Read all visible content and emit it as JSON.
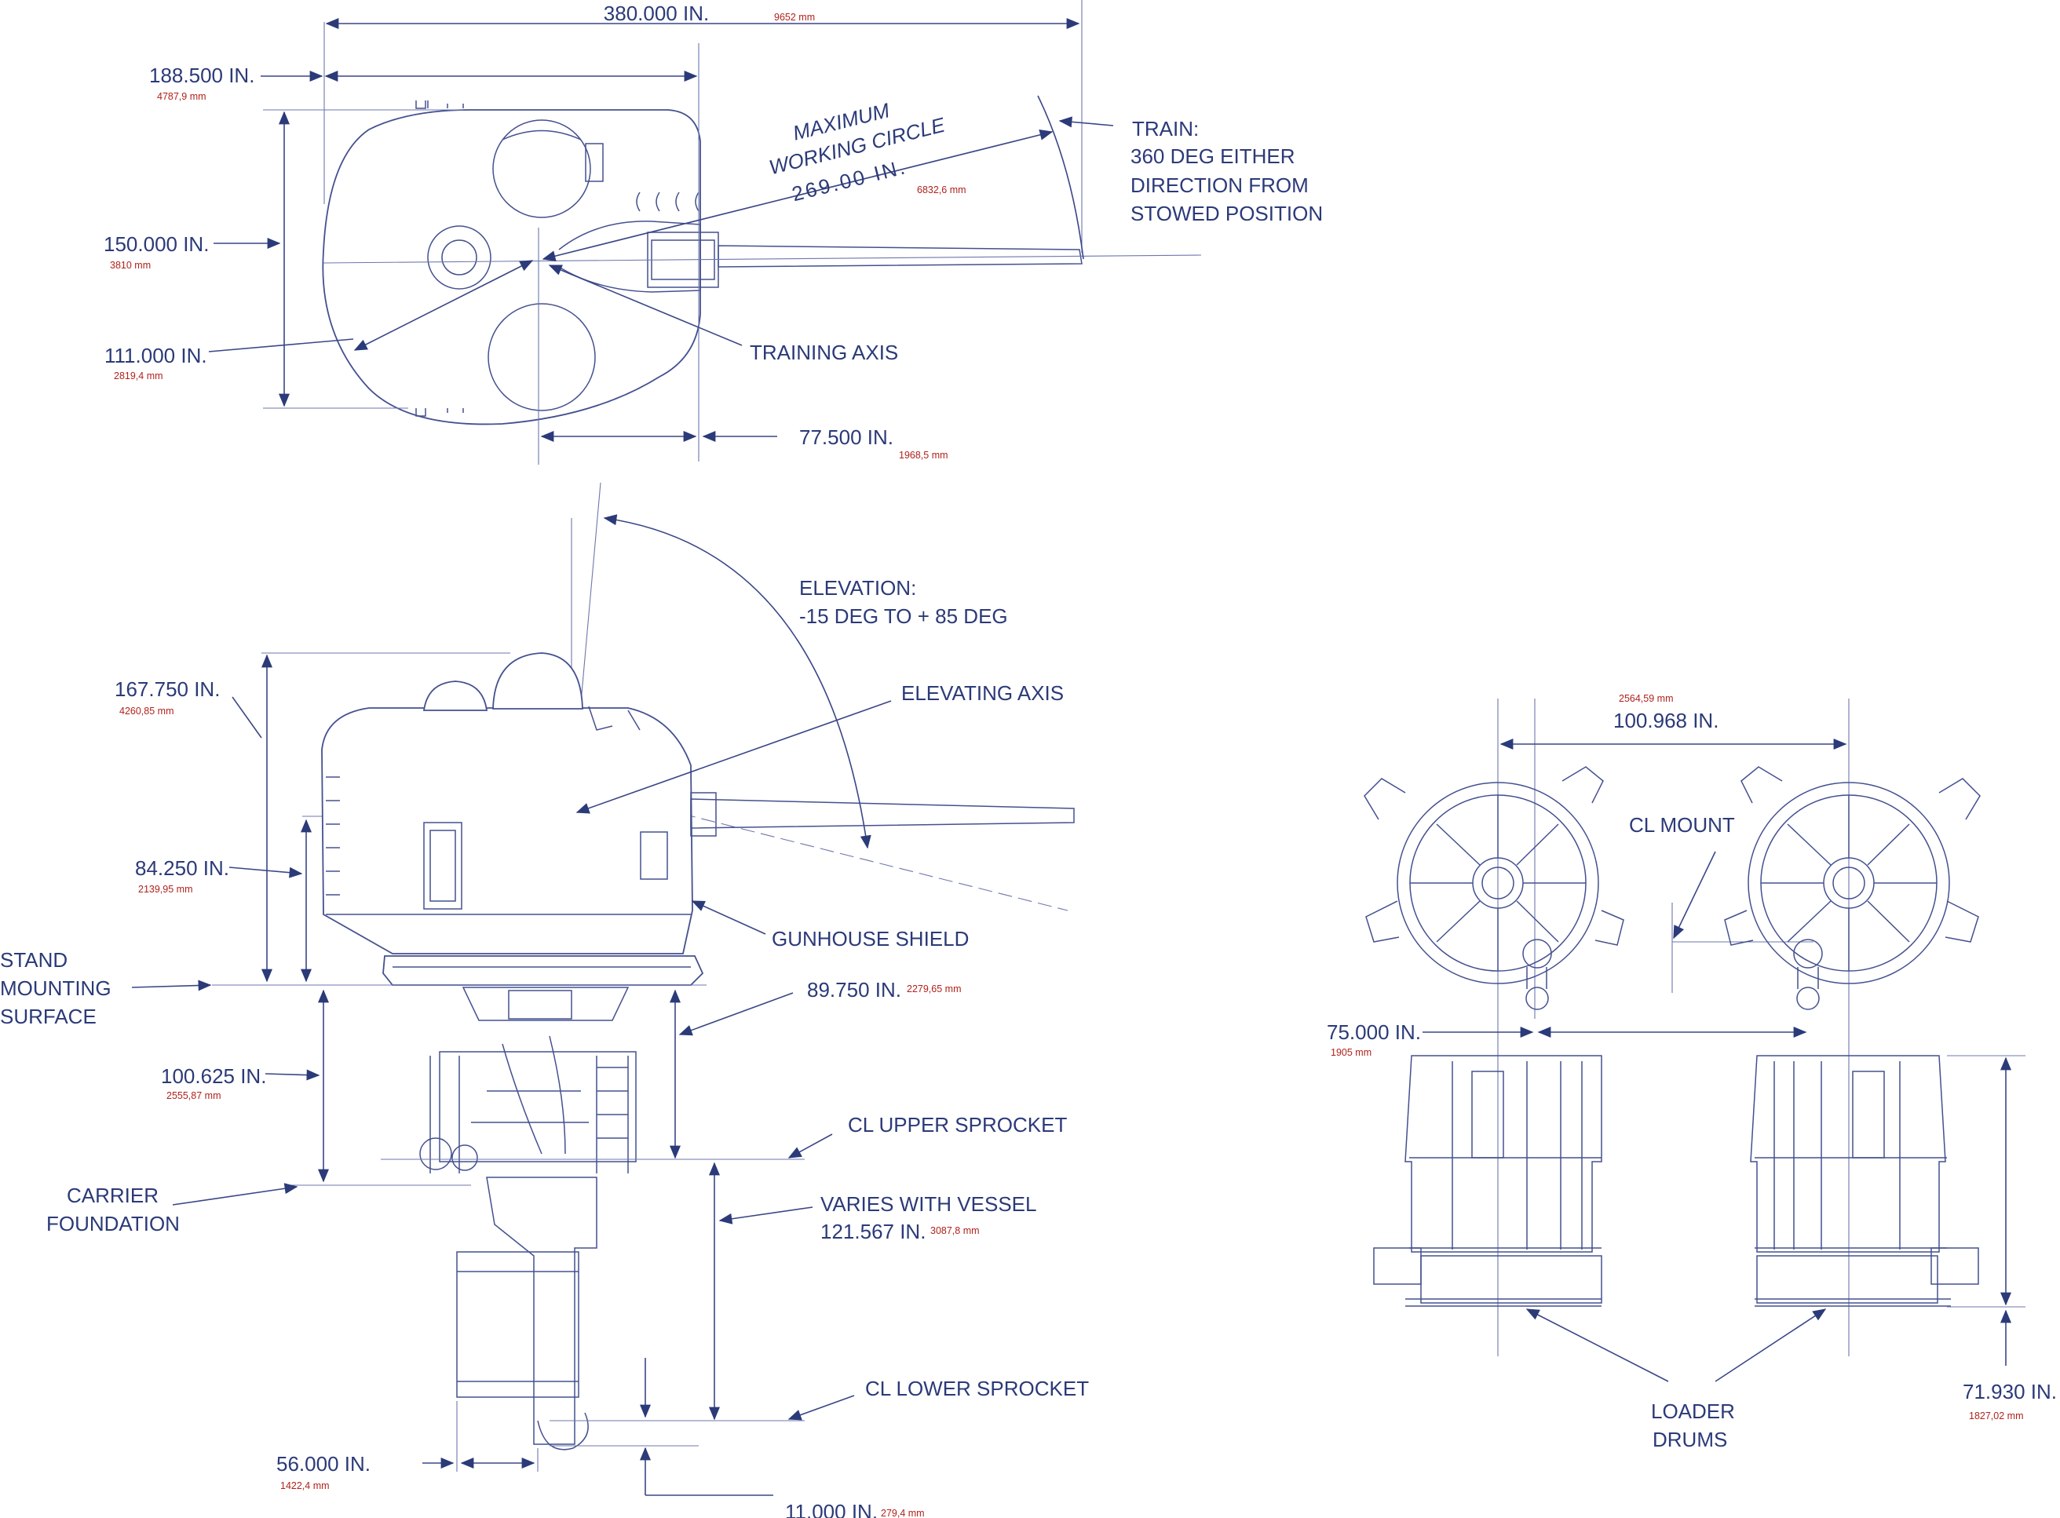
{
  "dimensions": {
    "overall_length": {
      "value": "380.000 IN.",
      "mm": "9652 mm"
    },
    "top_width": {
      "value": "188.500 IN.",
      "mm": "4787,9 mm"
    },
    "top_height": {
      "value": "150.000 IN.",
      "mm": "3810 mm"
    },
    "training_radius": {
      "value": "111.000 IN.",
      "mm": "2819,4 mm"
    },
    "working_circle": {
      "value": "269.00 IN.",
      "mm": "6832,6 mm"
    },
    "axis_offset": {
      "value": "77.500 IN.",
      "mm": "1968,5 mm"
    },
    "gunhouse_height": {
      "value": "167.750 IN.",
      "mm": "4260,85 mm"
    },
    "elevating_height": {
      "value": "84.250 IN.",
      "mm": "2139,95 mm"
    },
    "upper_sprocket_depth": {
      "value": "89.750 IN.",
      "mm": "2279,65 mm"
    },
    "foundation_depth": {
      "value": "100.625 IN.",
      "mm": "2555,87 mm"
    },
    "vessel_depth": {
      "value": "121.567 IN.",
      "mm": "3087,8 mm"
    },
    "lower_width": {
      "value": "56.000 IN.",
      "mm": "1422,4 mm"
    },
    "lower_offset": {
      "value": "11.000 IN.",
      "mm": "279,4 mm"
    },
    "drum_spacing": {
      "value": "100.968 IN.",
      "mm": "2564,59 mm"
    },
    "drum_offset": {
      "value": "75.000 IN.",
      "mm": "1905 mm"
    },
    "drum_height": {
      "value": "71.930 IN.",
      "mm": "1827,02 mm"
    }
  },
  "labels": {
    "max_working_1": "MAXIMUM",
    "max_working_2": "WORKING CIRCLE",
    "train_1": "TRAIN:",
    "train_2": "360 DEG EITHER",
    "train_3": "DIRECTION FROM",
    "train_4": "STOWED POSITION",
    "training_axis": "TRAINING AXIS",
    "elevation_1": "ELEVATION:",
    "elevation_2": "-15 DEG TO + 85 DEG",
    "elevating_axis": "ELEVATING AXIS",
    "gunhouse_shield": "GUNHOUSE SHIELD",
    "stand_1": "STAND",
    "stand_2": "MOUNTING",
    "stand_3": "SURFACE",
    "cl_upper_sprocket": "CL UPPER SPROCKET",
    "carrier_1": "CARRIER",
    "carrier_2": "FOUNDATION",
    "varies_with_vessel": "VARIES WITH VESSEL",
    "cl_lower_sprocket": "CL LOWER SPROCKET",
    "cl_mount": "CL MOUNT",
    "loader_1": "LOADER",
    "loader_2": "DRUMS"
  },
  "colors": {
    "line": "#3a4687",
    "text": "#2b3a78",
    "metric": "#b0221c"
  }
}
